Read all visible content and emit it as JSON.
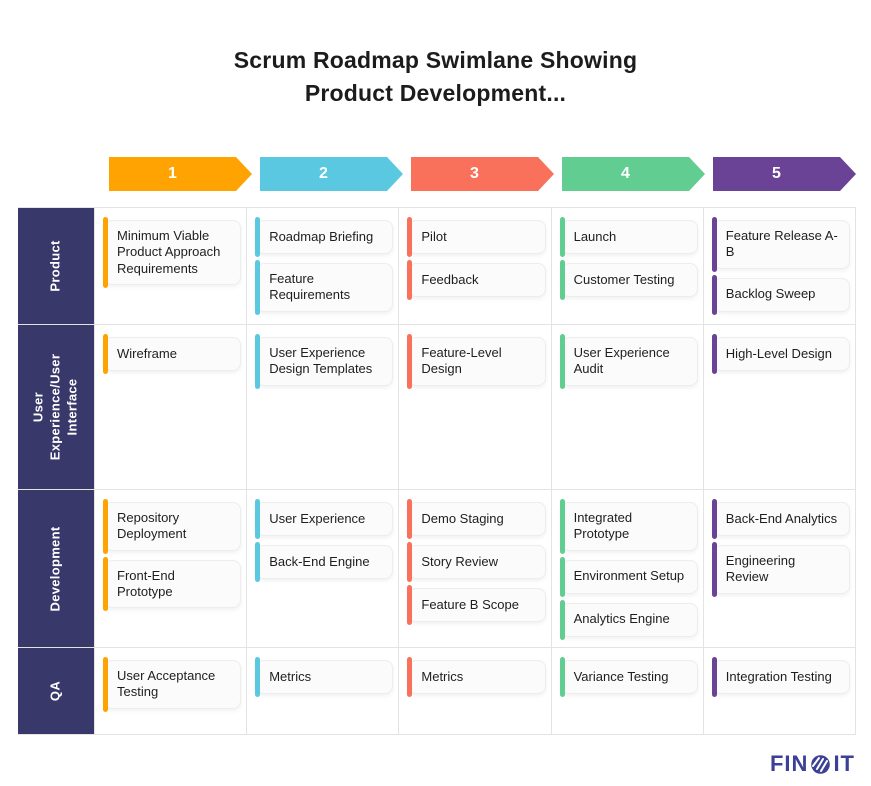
{
  "title": "Scrum Roadmap Swimlane Showing\nProduct Development...",
  "colors": {
    "stage1": "#FEA301",
    "stage2": "#5BC8E2",
    "stage3": "#F9715A",
    "stage4": "#62CD91",
    "stage5": "#6A4396",
    "lane_header": "#39386B",
    "grid_line": "#E3E3E3",
    "card_background": "#FBFBFB",
    "logo": "#3D4195"
  },
  "stages": [
    {
      "number": "1"
    },
    {
      "number": "2"
    },
    {
      "number": "3"
    },
    {
      "number": "4"
    },
    {
      "number": "5"
    }
  ],
  "lanes": [
    {
      "label": "Product",
      "cells": [
        [
          "Minimum Viable Product Approach Requirements"
        ],
        [
          "Roadmap Briefing",
          "Feature Requirements"
        ],
        [
          "Pilot",
          "Feedback"
        ],
        [
          "Launch",
          "Customer Testing"
        ],
        [
          "Feature Release A-B",
          "Backlog Sweep"
        ]
      ]
    },
    {
      "label": "User\nExperience/User\nInterface",
      "cells": [
        [
          "Wireframe"
        ],
        [
          "User Experience Design Templates"
        ],
        [
          "Feature-Level Design"
        ],
        [
          "User Experience Audit"
        ],
        [
          "High-Level Design"
        ]
      ]
    },
    {
      "label": "Development",
      "cells": [
        [
          "Repository Deployment",
          "Front-End Prototype"
        ],
        [
          "User Experience",
          "Back-End Engine"
        ],
        [
          "Demo Staging",
          "Story Review",
          "Feature B Scope"
        ],
        [
          "Integrated Prototype",
          "Environment Setup",
          "Analytics Engine"
        ],
        [
          "Back-End Analytics",
          "Engineering Review"
        ]
      ]
    },
    {
      "label": "QA",
      "cells": [
        [
          "User Acceptance Testing"
        ],
        [
          "Metrics"
        ],
        [
          "Metrics"
        ],
        [
          "Variance Testing"
        ],
        [
          "Integration Testing"
        ]
      ]
    }
  ],
  "logo": {
    "prefix": "FIN",
    "suffix": "IT"
  }
}
